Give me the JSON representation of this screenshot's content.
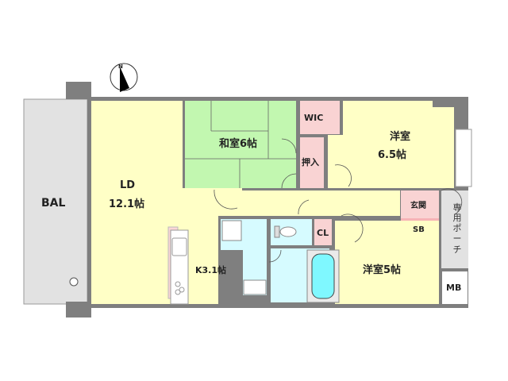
{
  "floorplan": {
    "rooms": {
      "balcony": "BAL",
      "ld_name": "LD",
      "ld_size": "12.1帖",
      "washitsu": "和室6帖",
      "wic": "WIC",
      "oshiire": "押入",
      "youshitsu1_name": "洋室",
      "youshitsu1_size": "6.5帖",
      "genkan": "玄関",
      "sb": "SB",
      "porch": [
        "専",
        "用",
        "ポ",
        "ー",
        "チ"
      ],
      "cl": "CL",
      "kitchen": "K3.1帖",
      "youshitsu2": "洋室5帖",
      "mb": "MB"
    },
    "compass": "N",
    "colors": {
      "wall": "#7f7f7f",
      "living": "#ffffc6",
      "tatami": "#c2f7b0",
      "storage": "#f9d3d3",
      "sb": "#f6b3b6",
      "water": "#d6fbff",
      "bathtub": "#7ff8ff",
      "balcony": "#e2e2e2"
    }
  }
}
